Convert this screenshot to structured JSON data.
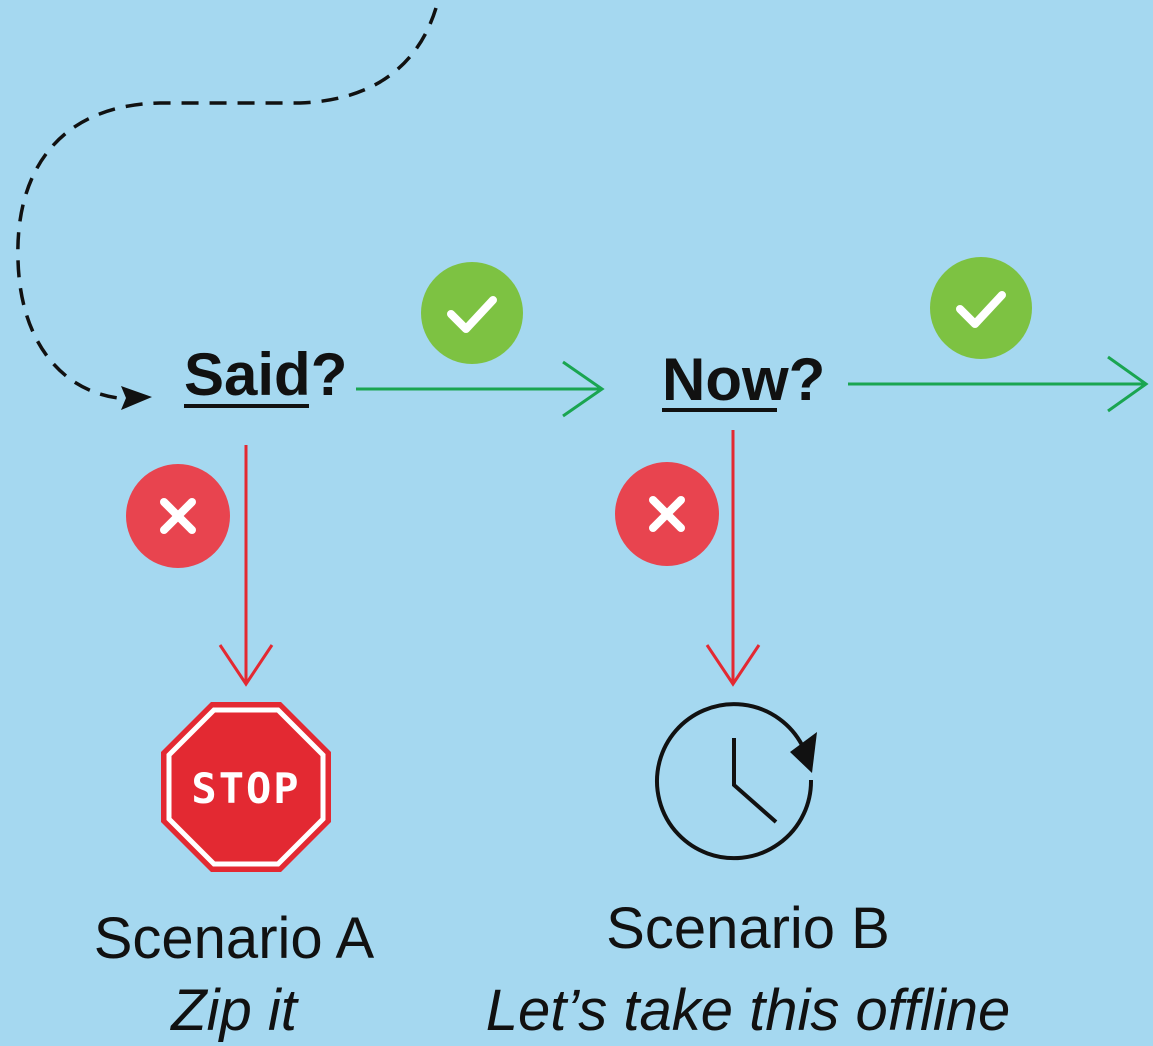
{
  "colors": {
    "background": "#a5d8f0",
    "yes": "#7dc242",
    "no": "#e8444f",
    "yes_arrow": "#1aa551",
    "no_arrow": "#e32932",
    "text": "#111111"
  },
  "questions": [
    {
      "word": "Said",
      "mark": "?"
    },
    {
      "word": "Now",
      "mark": "?"
    }
  ],
  "scenarios": [
    {
      "name": "Scenario A",
      "caption": "Zip it",
      "icon": "stop-sign-icon",
      "sign_text": "STOP"
    },
    {
      "name": "Scenario B",
      "caption": "Let’s take this offline",
      "icon": "clock-icon"
    }
  ],
  "badges": {
    "yes_icon": "check-icon",
    "no_icon": "x-icon"
  }
}
